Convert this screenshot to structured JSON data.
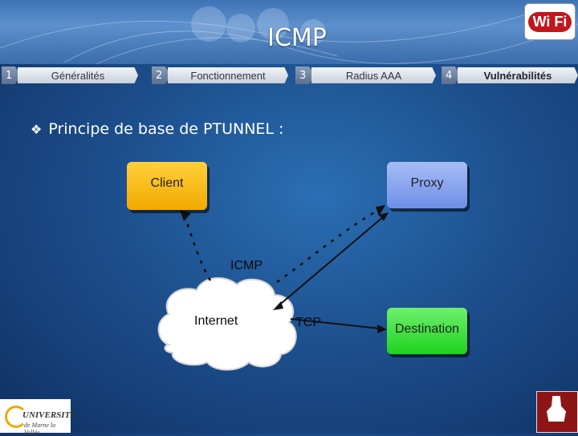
{
  "slide": {
    "title": "ICMP",
    "nav": [
      {
        "num": "1",
        "label": "Généralités",
        "active": false
      },
      {
        "num": "2",
        "label": "Fonctionnement",
        "active": false
      },
      {
        "num": "3",
        "label": "Radius AAA",
        "active": false
      },
      {
        "num": "4",
        "label": "Vulnérabilités",
        "active": true
      }
    ],
    "bullet": "Principe de base de PTUNNEL :"
  },
  "diagram": {
    "client": "Client",
    "proxy": "Proxy",
    "destination": "Destination",
    "internet": "Internet",
    "icmp_label": "ICMP",
    "tcp_label": "TCP"
  },
  "logos": {
    "wifi_text": "Wi Fi",
    "university_line1": "UNIVERSITE",
    "university_line2": "de Marne la Vallée"
  },
  "colors": {
    "client": "#f7b500",
    "proxy": "#8aa6ef",
    "destination": "#2ee02e",
    "background": "#1d4f8d"
  }
}
